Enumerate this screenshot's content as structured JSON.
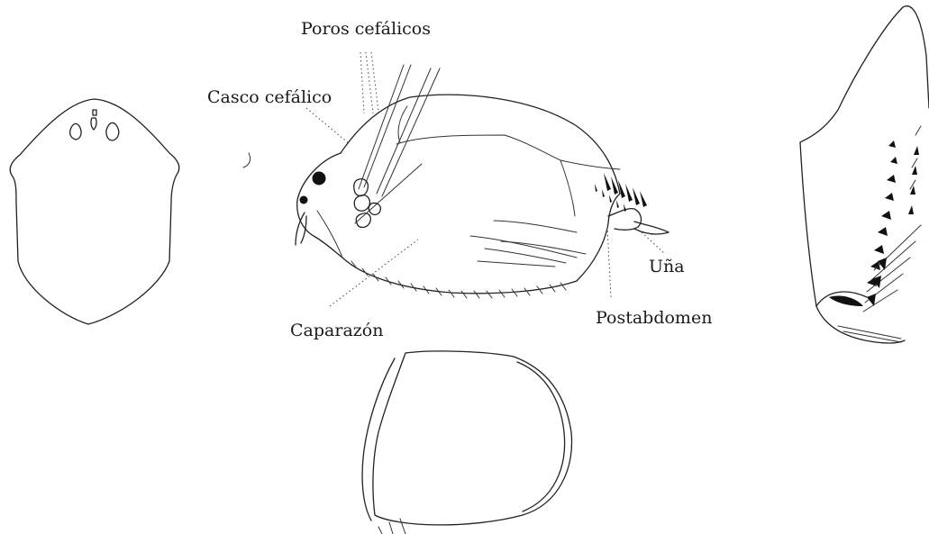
{
  "labels": {
    "poros": "Poros cefálicos",
    "casco": "Casco cefálico",
    "caparazon": "Caparazón",
    "una": "Uña",
    "postabdomen": "Postabdomen"
  }
}
